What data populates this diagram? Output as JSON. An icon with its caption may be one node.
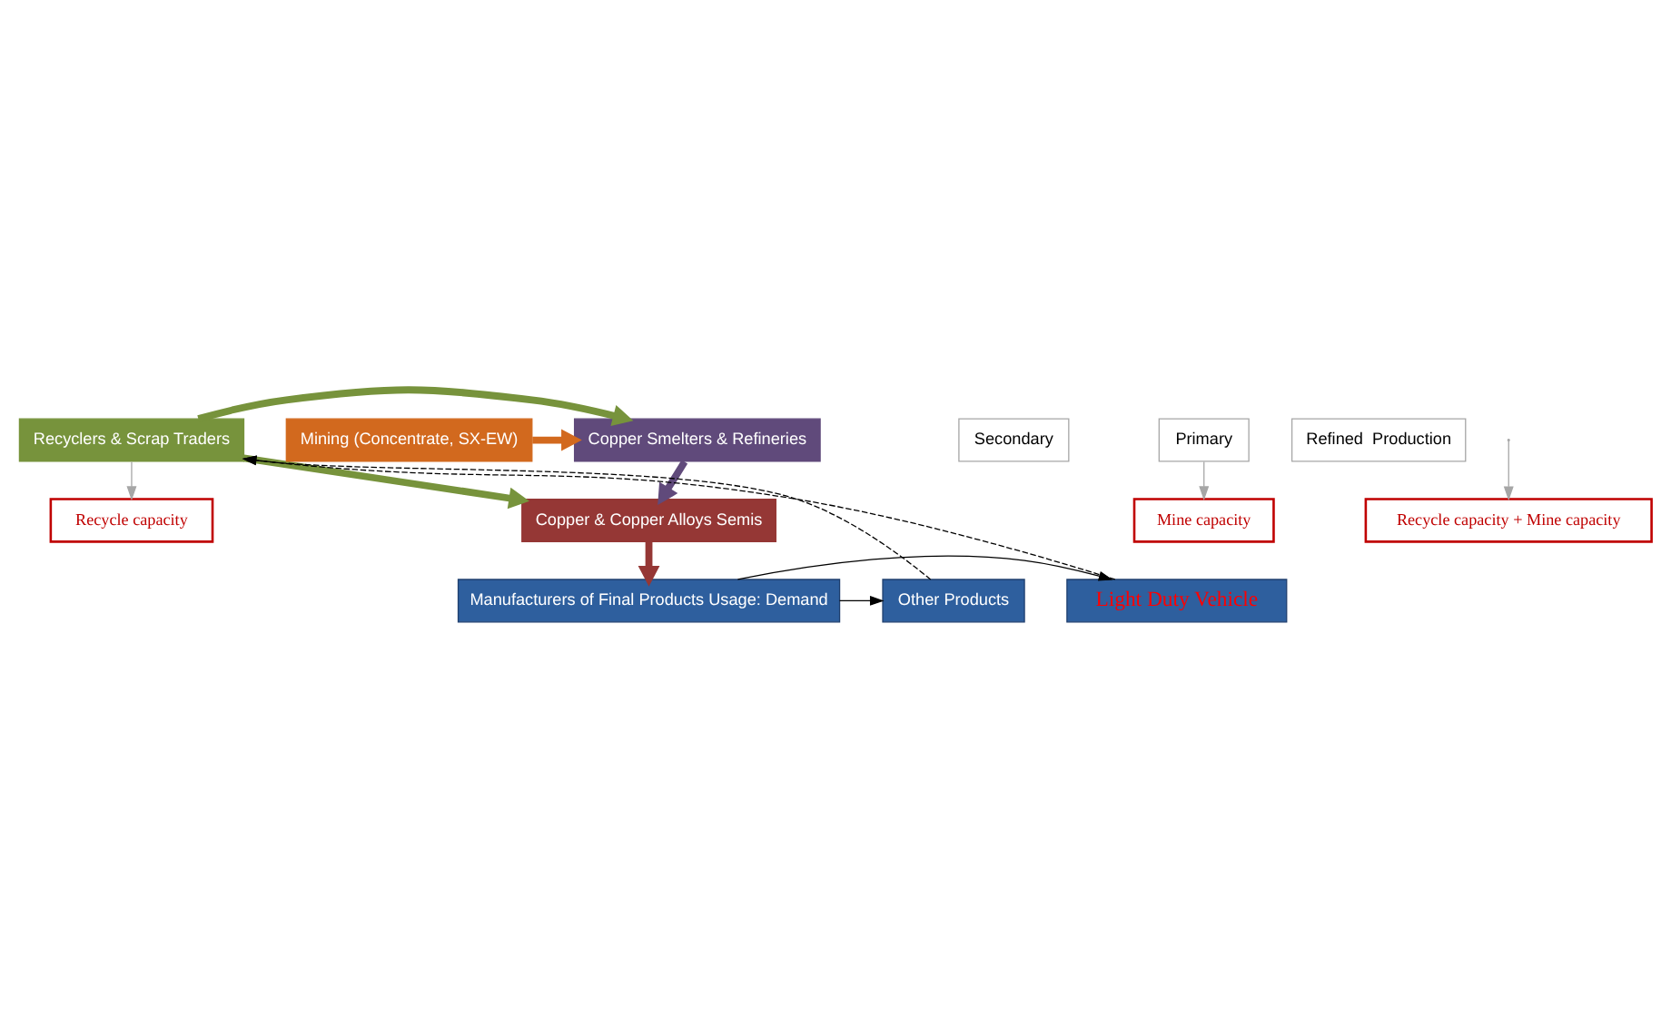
{
  "diagram": {
    "nodes": [
      {
        "text": [
          "Recycle capacity"
        ]
      },
      {
        "text": [
          "Secondary"
        ]
      },
      {
        "text": [
          "Recyclers & Scrap Traders"
        ]
      },
      {
        "text": [
          "Copper Smelters & Refineries"
        ]
      },
      {
        "text": [
          "Primary"
        ]
      },
      {
        "text": [
          "Mine capacity"
        ]
      },
      {
        "text": [
          "Mining (Concentrate, SX-EW)"
        ]
      },
      {
        "text": [
          "Refined  Production"
        ]
      },
      {
        "text": [
          "Copper & Copper Alloys Semis"
        ]
      },
      {
        "text": [
          "Recycle capacity + Mine capacity"
        ]
      },
      {
        "text": [
          "Light Duty Vehicle"
        ]
      },
      {
        "text": [
          "Manufacturers of Final Products Usage: Demand"
        ]
      },
      {
        "text": [
          "Other Products"
        ]
      }
    ],
    "edges": [
      {
        "from": 2,
        "to": 0,
        "arrow": "to",
        "color": "#a6a6a6"
      },
      {
        "from": 2,
        "to": 3,
        "arrow": "to",
        "style": "thick",
        "color": "#77933c"
      },
      {
        "from": 6,
        "to": 3,
        "arrow": "to",
        "style": "thick",
        "color": "#d2691e"
      },
      {
        "from": 4,
        "to": 5,
        "arrow": "to",
        "color": "#a6a6a6"
      },
      {
        "from": 3,
        "to": 8,
        "arrow": "to",
        "style": "thick",
        "color": "#604a7b"
      },
      {
        "from": 2,
        "to": 8,
        "arrow": "to",
        "style": "thick",
        "color": "#77933c"
      },
      {
        "from": 8,
        "to": 11,
        "arrow": "to",
        "style": "thick",
        "color": "#953735"
      },
      {
        "from": null,
        "to": 9,
        "arrow": "to",
        "color": "#a6a6a6"
      },
      {
        "from": 11,
        "to": 10,
        "arrow": "to"
      },
      {
        "from": 11,
        "to": 12,
        "arrow": "to"
      },
      {
        "from": 10,
        "to": 2,
        "arrow": "to",
        "style": "dashed"
      },
      {
        "from": 12,
        "to": 2,
        "arrow": "to",
        "style": "dashed"
      }
    ]
  }
}
